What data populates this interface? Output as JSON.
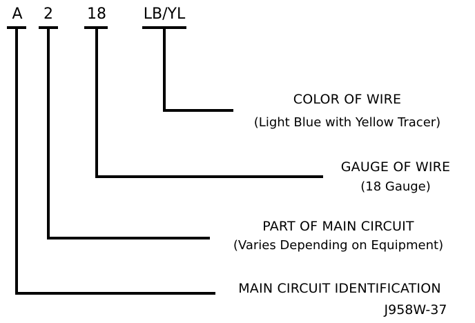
{
  "code": {
    "circuit": "A",
    "part": "2",
    "gauge": "18",
    "color": "LB/YL"
  },
  "labels": {
    "color": {
      "title": "COLOR OF WIRE",
      "sub": "(Light Blue with Yellow Tracer)"
    },
    "gauge": {
      "title": "GAUGE OF WIRE",
      "sub": "(18 Gauge)"
    },
    "part": {
      "title": "PART OF MAIN CIRCUIT",
      "sub": "(Varies Depending on Equipment)"
    },
    "circuit": {
      "title": "MAIN CIRCUIT IDENTIFICATION"
    }
  },
  "reference": "J958W-37"
}
